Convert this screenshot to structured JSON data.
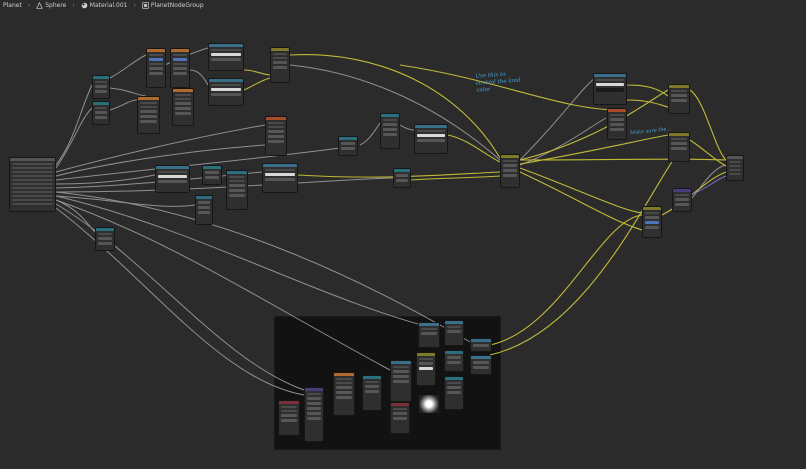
{
  "breadcrumb": {
    "items": [
      "Planet",
      "Sphere",
      "Material.001",
      "PlanetNodeGroup"
    ],
    "icons": [
      "chevron-icon",
      "mesh-icon",
      "material-icon",
      "nodegroup-icon"
    ]
  },
  "annotations": {
    "note1": "Use this to control the land color",
    "note2": "Make sure the..."
  },
  "colors": {
    "background": "#2b2b2b",
    "wire_gray": "#9c9c9c",
    "wire_yellow": "#c9c23a",
    "wire_purple": "#7a6bd1",
    "frame": "#121212",
    "note": "#4aa3d6"
  }
}
